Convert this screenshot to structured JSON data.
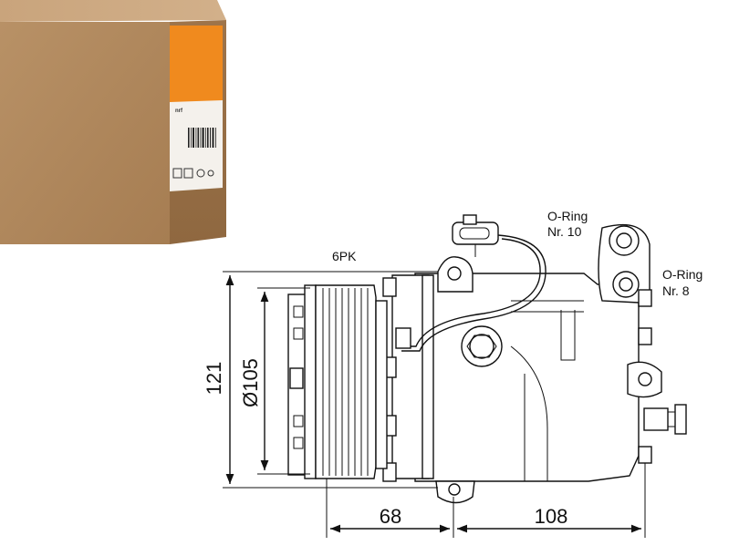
{
  "labels": {
    "belt": "6PK",
    "oring_top": "O-Ring",
    "oring_top_nr": "Nr. 10",
    "oring_right": "O-Ring",
    "oring_right_nr": "Nr. 8"
  },
  "dimensions": {
    "height": "121",
    "pulley_diameter": "Ø105",
    "length_front": "68",
    "length_body": "108"
  },
  "box": {
    "brand_color": "#f08a1e",
    "cardboard_color": "#b48a5e"
  }
}
